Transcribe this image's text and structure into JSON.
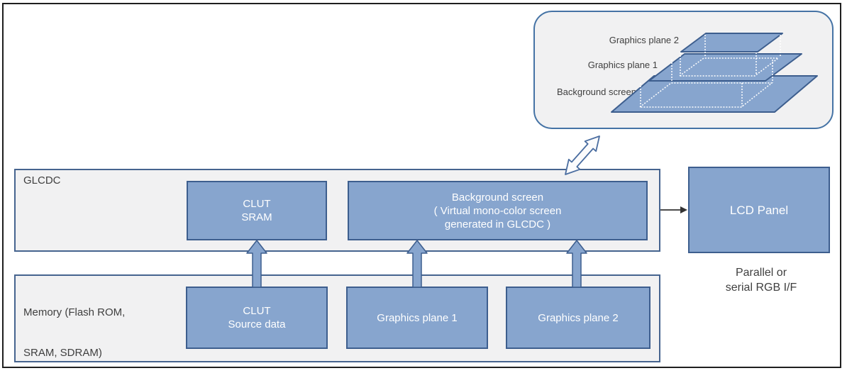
{
  "inset": {
    "plane2_label": "Graphics plane 2",
    "plane1_label": "Graphics plane 1",
    "background_label": "Background screen"
  },
  "glcdc": {
    "label": "GLCDC",
    "clut_sram_lines": [
      "CLUT",
      "SRAM"
    ],
    "background_screen_lines": [
      "Background screen",
      "( Virtual mono-color screen",
      "generated in GLCDC )"
    ]
  },
  "memory": {
    "label_lines": [
      "Memory (Flash ROM,",
      "SRAM, SDRAM)"
    ],
    "clut_source_lines": [
      "CLUT",
      "Source data"
    ],
    "plane1_label": "Graphics plane 1",
    "plane2_label": "Graphics plane 2"
  },
  "lcd_panel": {
    "label": "LCD Panel"
  },
  "interface_note_lines": [
    "Parallel or",
    "serial RGB I/F"
  ],
  "colors": {
    "box_fill": "#87a5ce",
    "box_border": "#3d5e8e",
    "container_fill": "#f1f1f2",
    "container_border": "#46648f",
    "inset_border": "#4573a5",
    "text_on_blue": "#ffffff",
    "label_text": "#3f3f3f",
    "thin_arrow": "#333333"
  }
}
